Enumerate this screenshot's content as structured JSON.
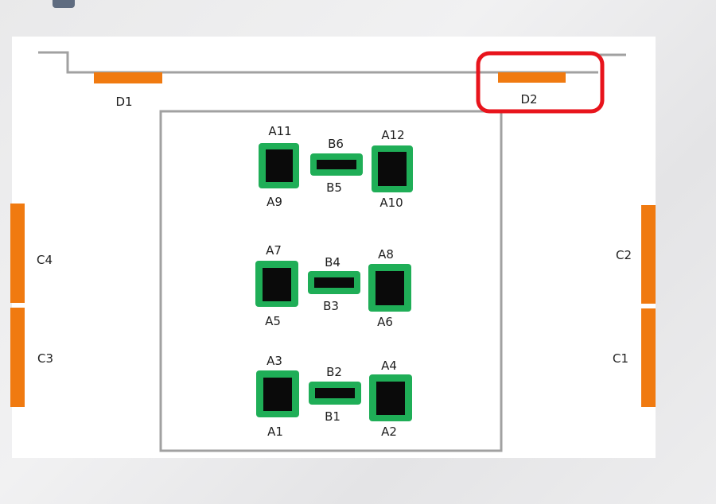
{
  "colors": {
    "wall": "#a1a1a1",
    "orange": "#f07a10",
    "green": "#1fae57",
    "seat": "#0a0a0a",
    "highlight": "#e8141c"
  },
  "labels": {
    "D1": "D1",
    "D2": "D2",
    "C1": "C1",
    "C2": "C2",
    "C3": "C3",
    "C4": "C4",
    "A1": "A1",
    "A2": "A2",
    "A3": "A3",
    "A4": "A4",
    "A5": "A5",
    "A6": "A6",
    "A7": "A7",
    "A8": "A8",
    "A9": "A9",
    "A10": "A10",
    "A11": "A11",
    "A12": "A12",
    "B1": "B1",
    "B2": "B2",
    "B3": "B3",
    "B4": "B4",
    "B5": "B5",
    "B6": "B6"
  }
}
